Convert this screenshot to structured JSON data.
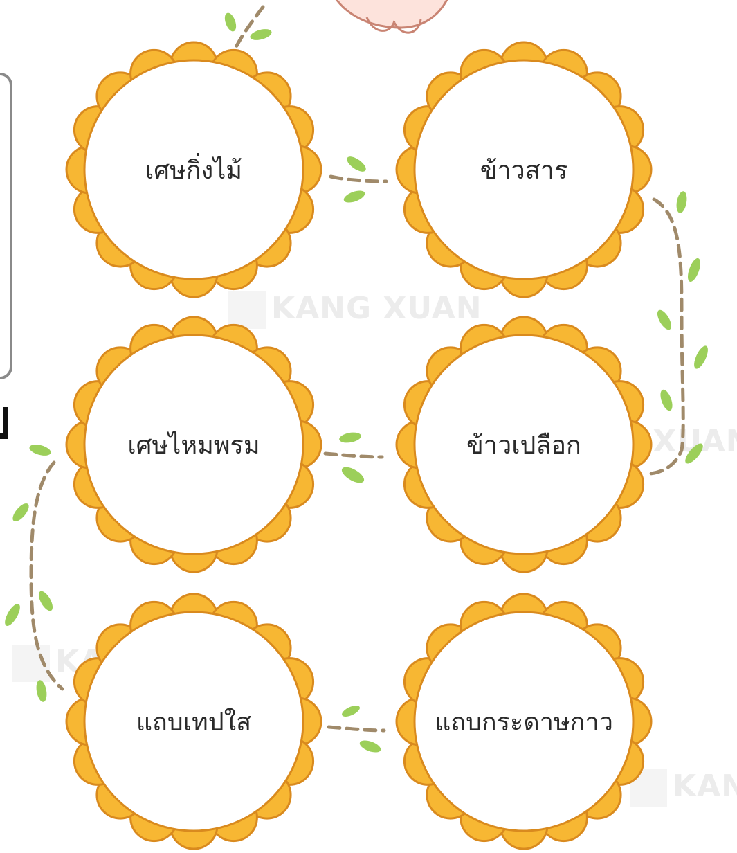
{
  "watermark": {
    "text": "KANG XUAN",
    "short": "KAN"
  },
  "colors": {
    "petal": "#f7b733",
    "petal_stroke": "#d98a1e",
    "center": "#ffffff",
    "dash": "#a08a6a",
    "leaf": "#9ccf5a"
  },
  "flowers": [
    {
      "label": "เศษกิ่งไม้"
    },
    {
      "label": "ข้าวสาร"
    },
    {
      "label": "เศษไหมพรม"
    },
    {
      "label": "ข้าวเปลือก"
    },
    {
      "label": "แถบเทปใส"
    },
    {
      "label": "แถบกระดาษกาว"
    }
  ]
}
